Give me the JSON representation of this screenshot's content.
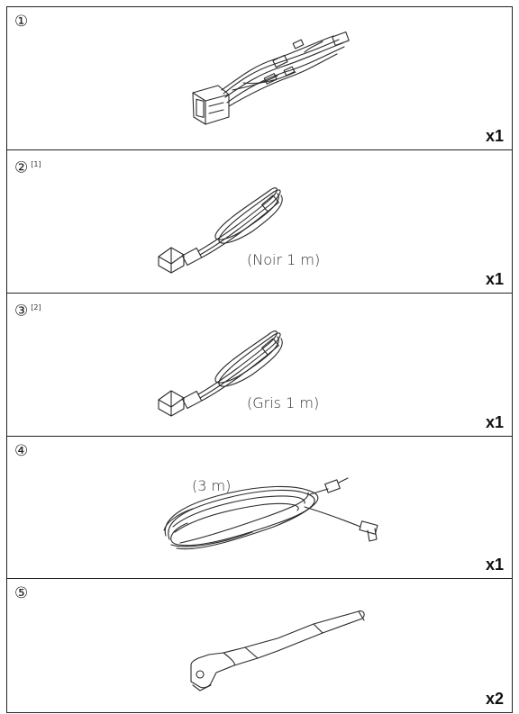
{
  "parts": [
    {
      "number": "①",
      "note": "",
      "quantity": "x1",
      "caption": ""
    },
    {
      "number": "②",
      "note": "[1]",
      "quantity": "x1",
      "caption": "(Noir 1 m)"
    },
    {
      "number": "③",
      "note": "[2]",
      "quantity": "x1",
      "caption": "(Gris 1 m)"
    },
    {
      "number": "④",
      "note": "",
      "quantity": "x1",
      "caption": "(3 m)"
    },
    {
      "number": "⑤",
      "note": "",
      "quantity": "x2",
      "caption": ""
    }
  ],
  "icons": [
    "wiring-harness-icon",
    "usb-extension-cable-icon",
    "usb-extension-cable-icon",
    "microphone-cable-icon",
    "extraction-key-icon"
  ]
}
